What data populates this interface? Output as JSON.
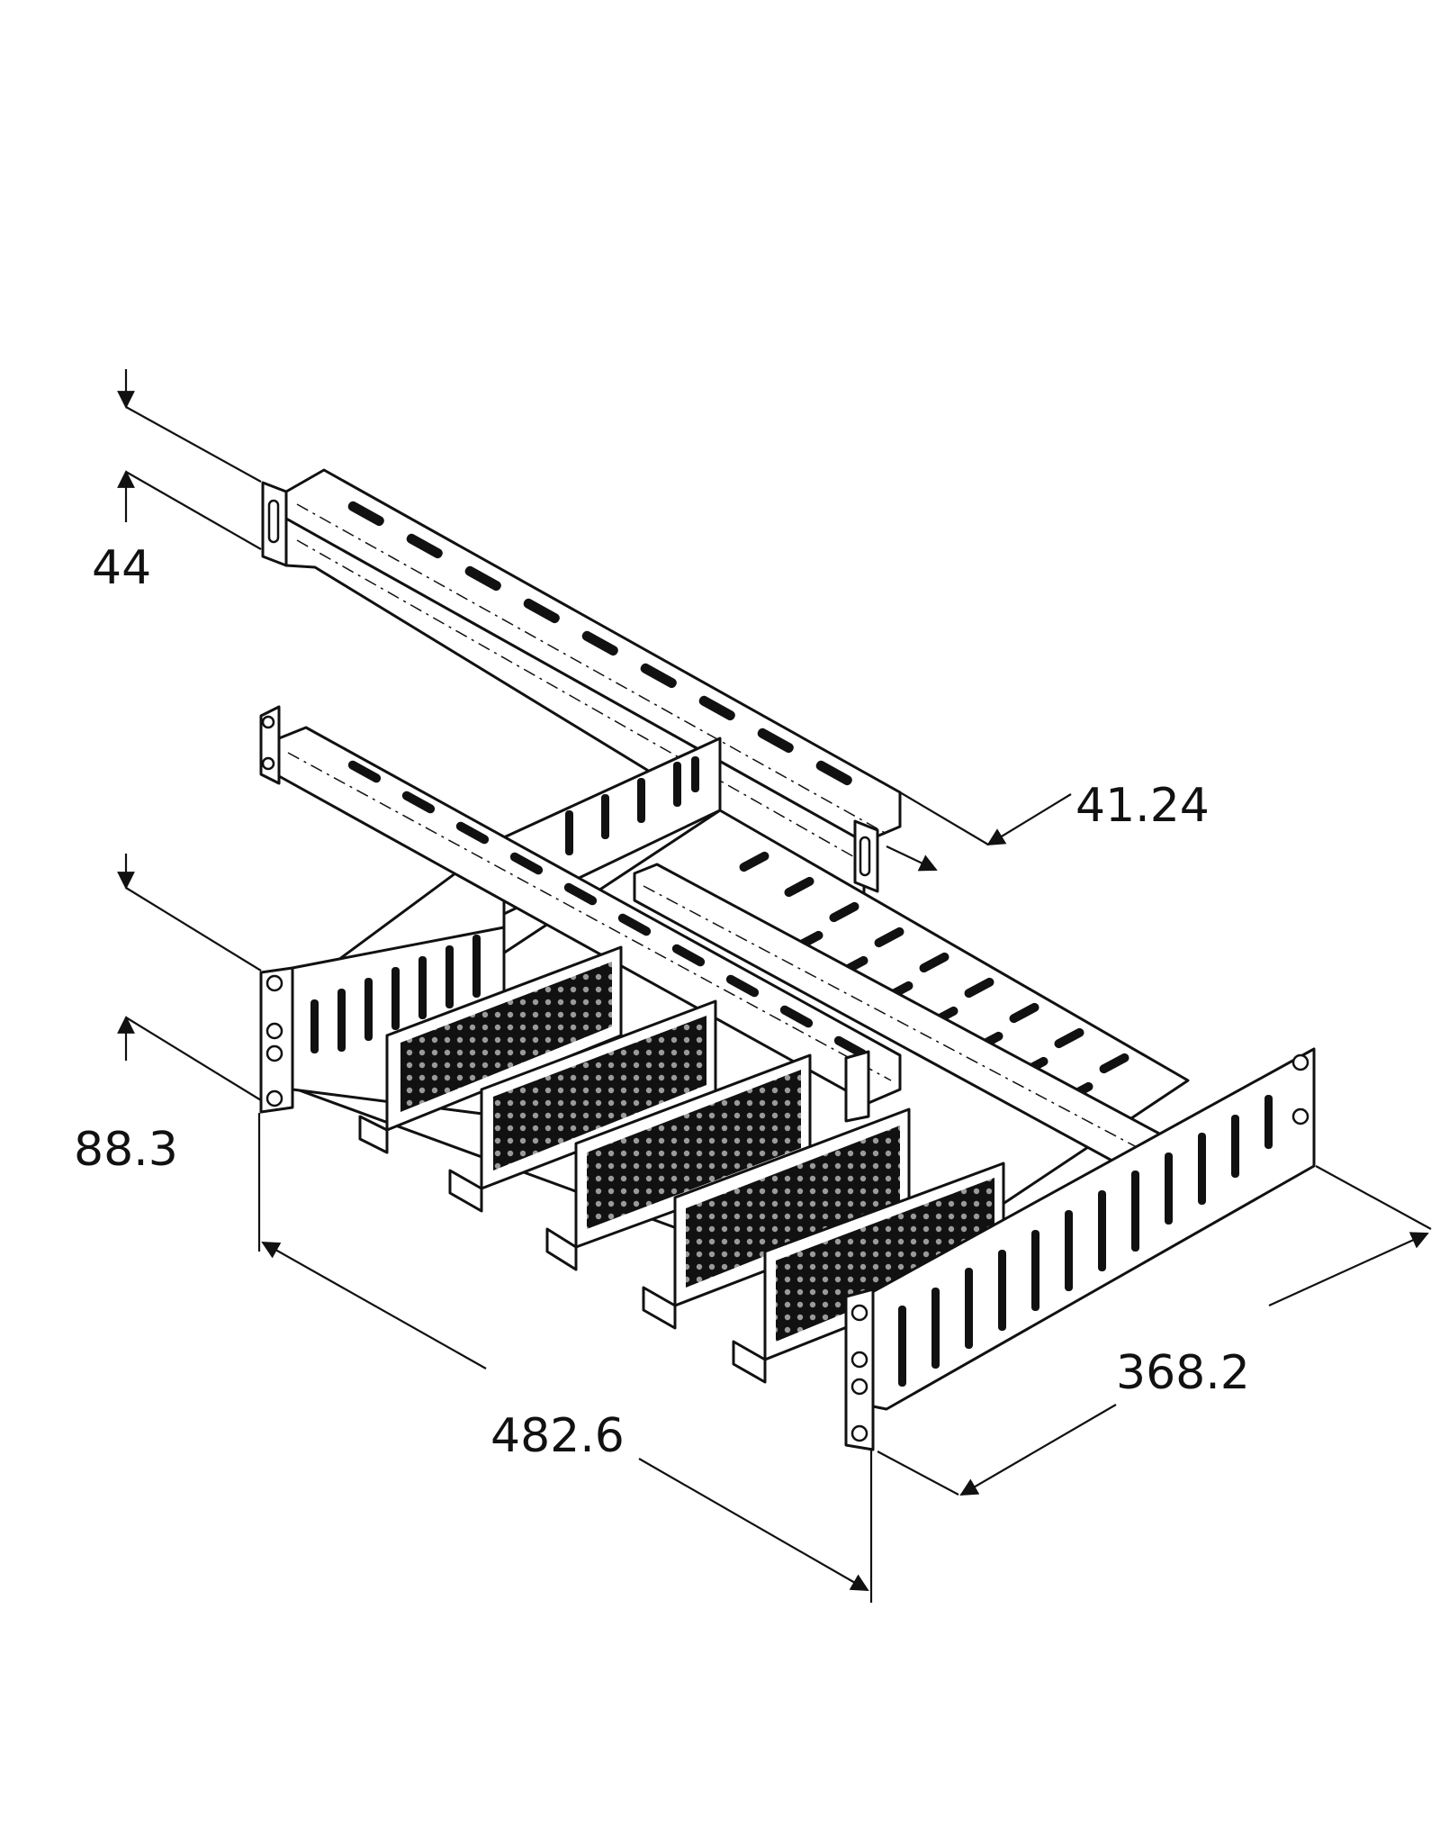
{
  "dimensions": {
    "top_bracket_height": "44",
    "bracket_depth": "41.24",
    "front_panel_height": "88.3",
    "overall_width": "482.6",
    "overall_depth": "368.2"
  },
  "colors": {
    "line": "#111111",
    "background": "#ffffff",
    "perforation_fill": "#111111"
  }
}
